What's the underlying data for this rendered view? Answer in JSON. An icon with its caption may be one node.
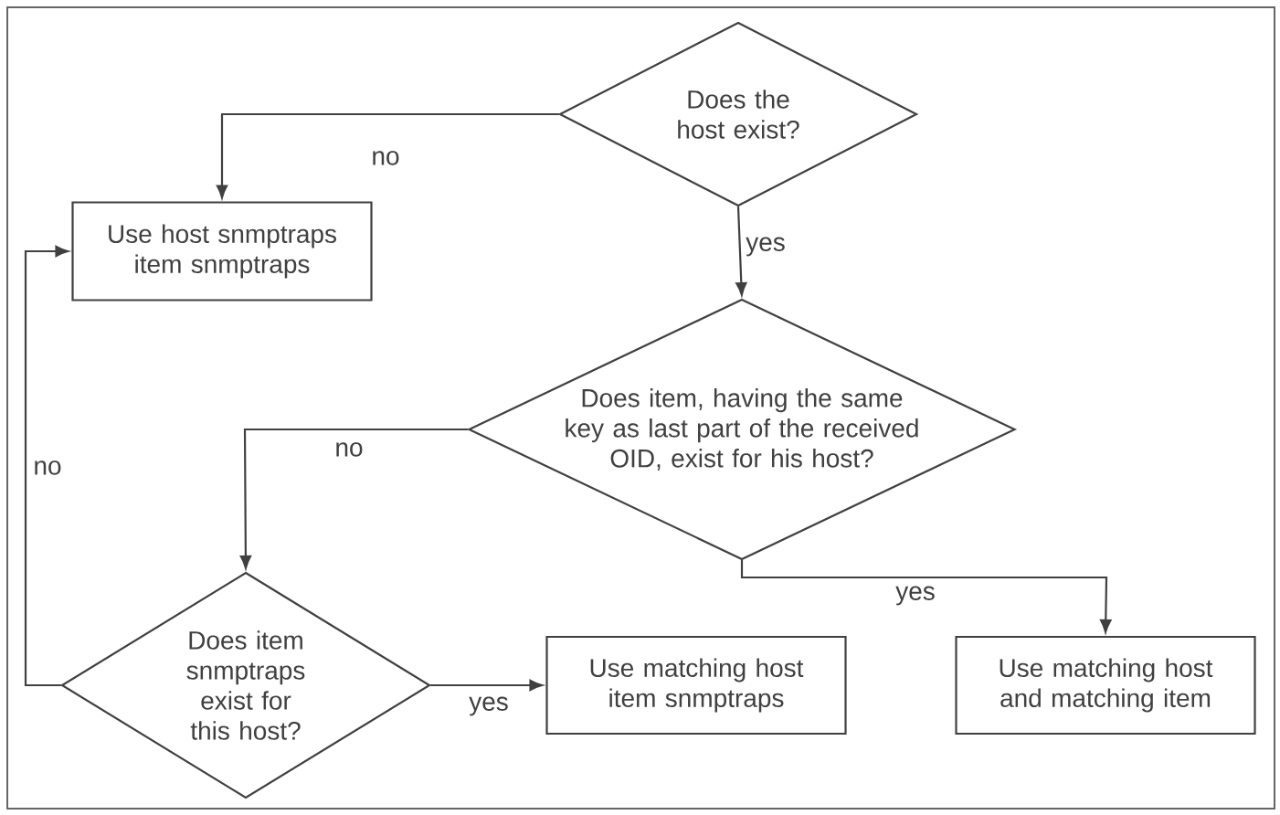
{
  "diagram": {
    "nodes": [
      {
        "text": [
          "Does the host exist?"
        ]
      },
      {
        "text": [
          "Use host snmptraps item snmptraps"
        ]
      },
      {
        "text": [
          "Does item, having the same key as last part of the received OID, exist for his host?"
        ]
      },
      {
        "text": [
          "Does item snmptraps exist for this host?"
        ]
      },
      {
        "text": [
          "Use matching host item snmptraps"
        ]
      },
      {
        "text": [
          "Use matching host and matching item"
        ]
      }
    ],
    "edges": [
      {
        "from": 0,
        "to": 1,
        "arrow": "to",
        "label": "no"
      },
      {
        "from": 0,
        "to": 2,
        "arrow": "to",
        "label": "yes"
      },
      {
        "from": 2,
        "to": 3,
        "arrow": "to",
        "label": "no"
      },
      {
        "from": 2,
        "to": 5,
        "arrow": "to",
        "label": "yes"
      },
      {
        "from": 3,
        "to": 4,
        "arrow": "to",
        "label": "yes"
      },
      {
        "from": 3,
        "to": 1,
        "arrow": "to",
        "label": "no"
      }
    ]
  }
}
